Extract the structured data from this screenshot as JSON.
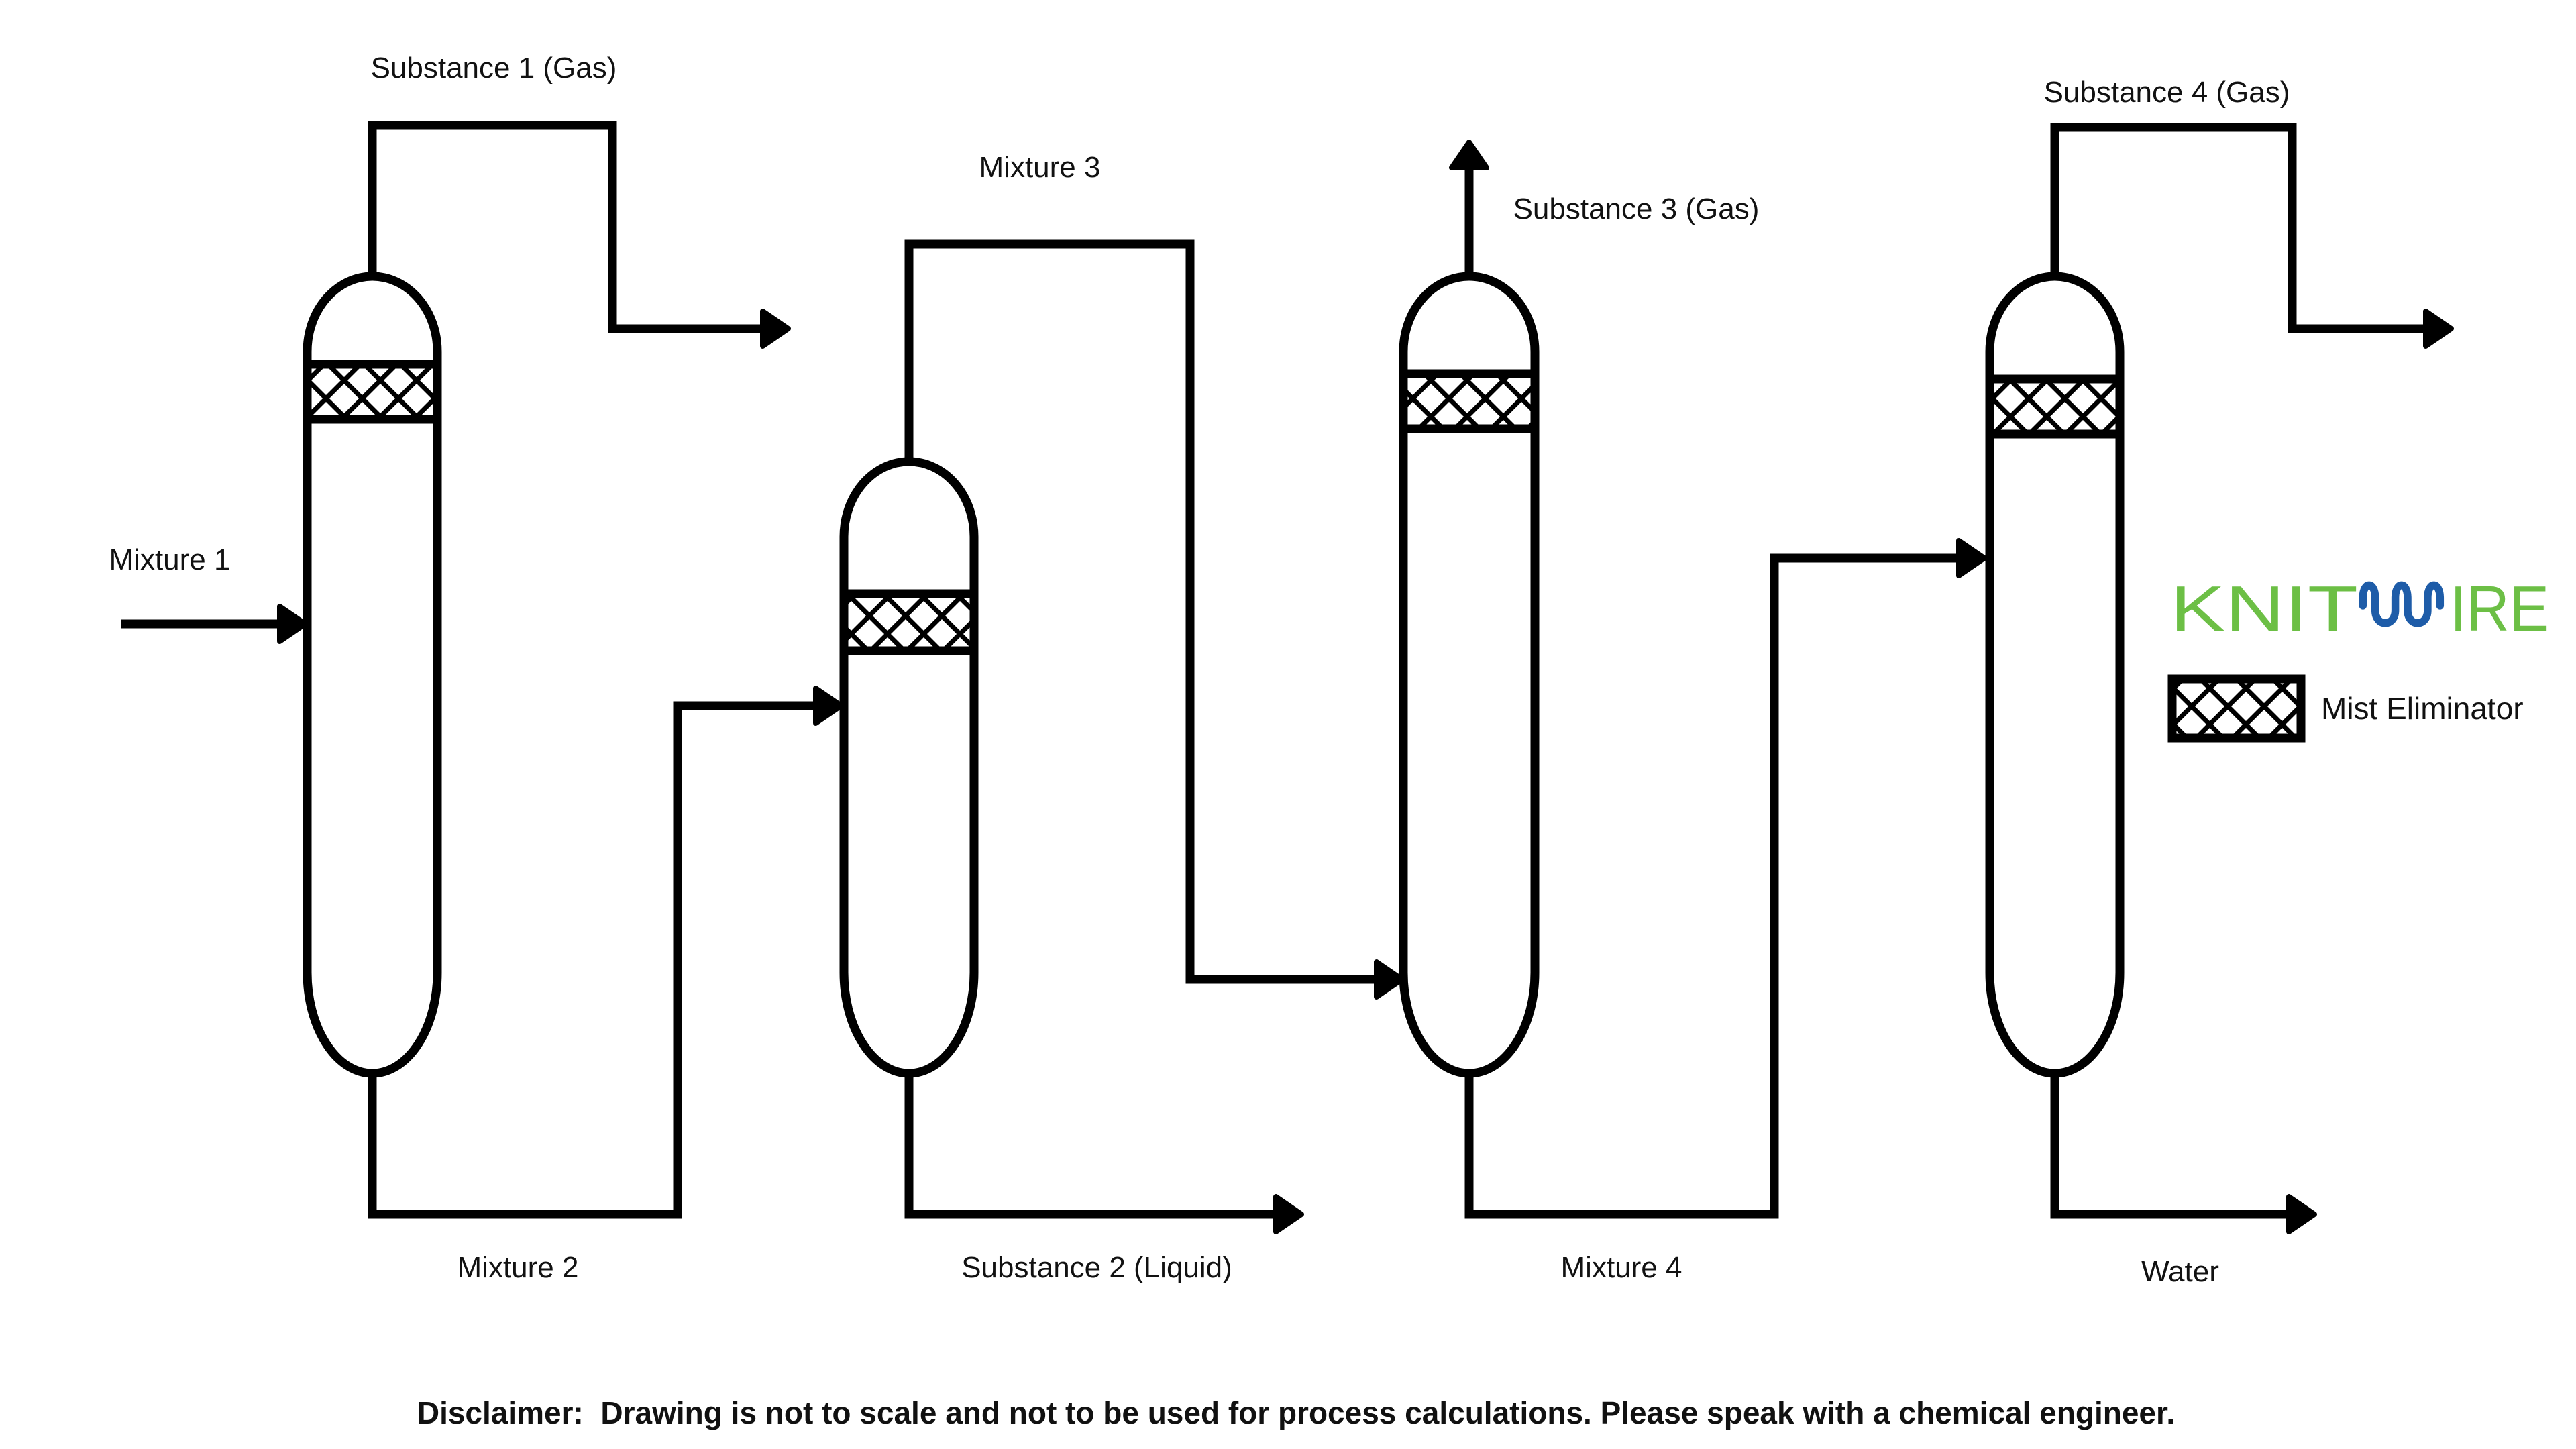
{
  "diagram": {
    "type": "process-flow-diagram",
    "background": "#ffffff",
    "ink": "#000000",
    "streams": {
      "substance1": "Substance 1 (Gas)",
      "mixture1": "Mixture 1",
      "mixture2": "Mixture 2",
      "mixture3": "Mixture 3",
      "substance2": "Substance 2 (Liquid)",
      "substance3": "Substance 3 (Gas)",
      "mixture4": "Mixture 4",
      "substance4": "Substance 4 (Gas)",
      "water": "Water"
    }
  },
  "logo": {
    "part1": "KNIT",
    "part2": "IRE",
    "green": "#6cbf45",
    "blue": "#1e5ca8",
    "wire_glyph": "knit-wire-w"
  },
  "legend": {
    "label": "Mist Eliminator"
  },
  "disclaimer": "Disclaimer:  Drawing is not to scale and not to be used for process calculations. Please speak with a chemical engineer."
}
